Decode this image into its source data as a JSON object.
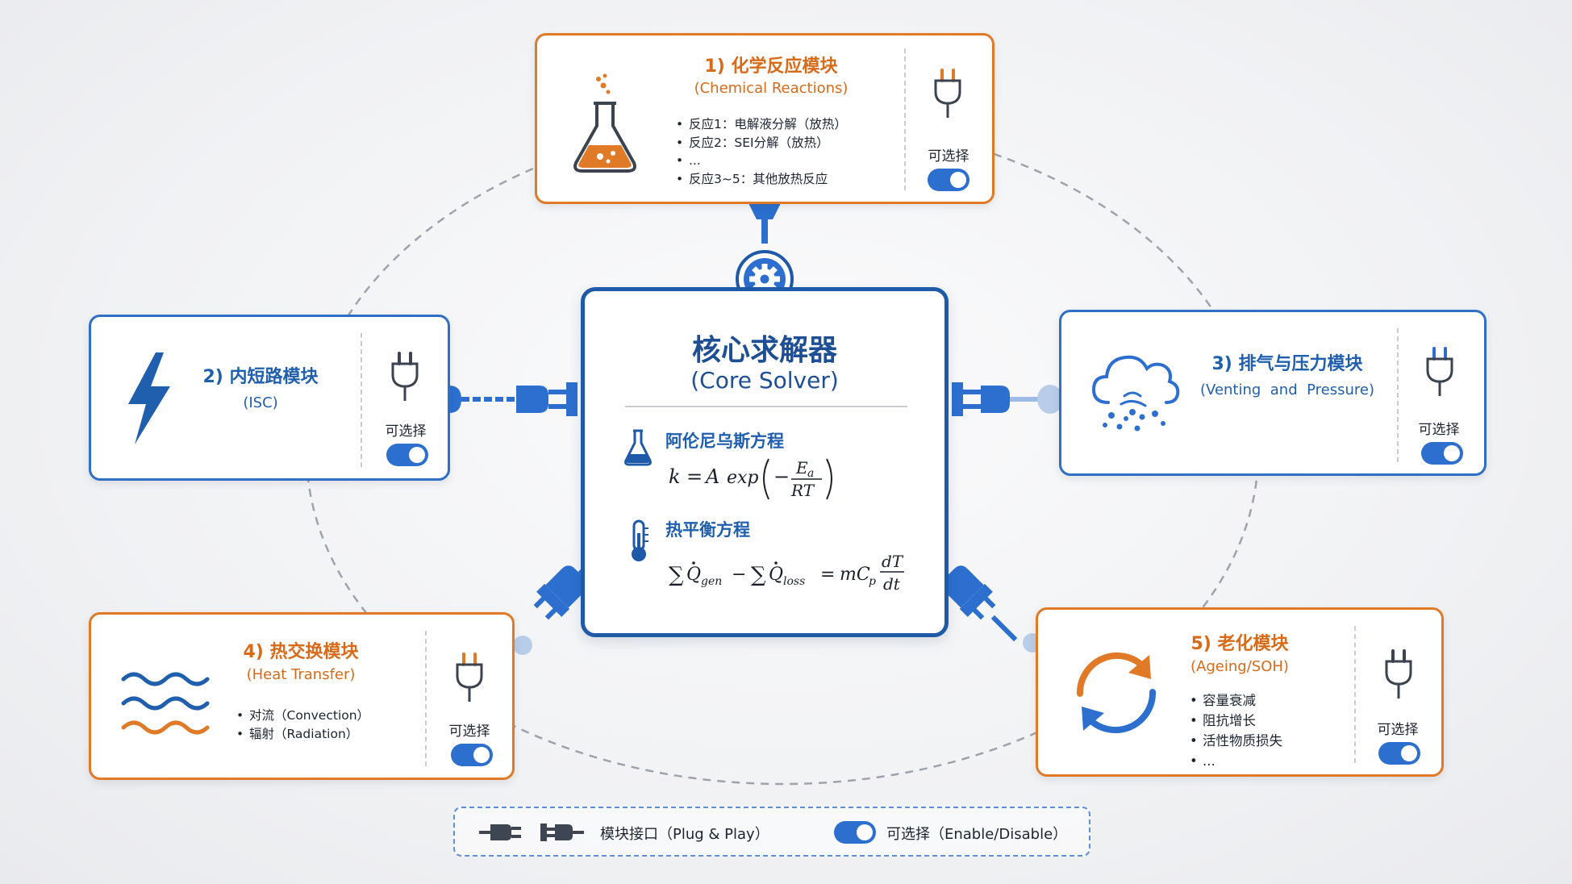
{
  "core": {
    "title": "核心求解器",
    "subtitle": "(Core Solver)",
    "eq1_title": "阿伦尼乌斯方程",
    "eq2_title": "热平衡方程",
    "eq1_formula": "k = A exp(−Ea/RT)",
    "eq2_formula": "∑Q̇gen − ∑Q̇loss = mCp dT/dt"
  },
  "modules": {
    "chem": {
      "title": "1) 化学反应模块",
      "subtitle": "(Chemical Reactions)",
      "items": [
        "反应1：电解液分解（放热）",
        "反应2：SEI分解（放热）",
        "...",
        "反应3~5：其他放热反应"
      ],
      "optional_label": "可选择",
      "enabled": true
    },
    "isc": {
      "title": "2) 内短路模块",
      "subtitle": "(ISC)",
      "optional_label": "可选择",
      "enabled": true
    },
    "venting": {
      "title": "3) 排气与压力模块",
      "subtitle": "(Venting  and  Pressure)",
      "optional_label": "可选择",
      "enabled": true
    },
    "heat": {
      "title": "4) 热交换模块",
      "subtitle": "(Heat Transfer)",
      "items": [
        "对流（Convection）",
        "辐射（Radiation）"
      ],
      "optional_label": "可选择",
      "enabled": true
    },
    "ageing": {
      "title": "5) 老化模块",
      "subtitle": "(Ageing/SOH)",
      "items": [
        "容量衰减",
        "阻抗增长",
        "活性物质损失",
        "..."
      ],
      "optional_label": "可选择",
      "enabled": true
    }
  },
  "legend": {
    "plug_label": "模块接口（Plug & Play）",
    "toggle_label": "可选择（Enable/Disable）"
  },
  "colors": {
    "orange": "#e07a27",
    "blue": "#2f6fc4",
    "core_blue": "#1e5aa8"
  },
  "icons": {
    "chem": "flask-icon",
    "isc": "lightning-icon",
    "venting": "cloud-pressure-icon",
    "heat": "waves-icon",
    "ageing": "cycle-arrows-icon",
    "core": "gear-icon",
    "plug": "plug-icon"
  }
}
